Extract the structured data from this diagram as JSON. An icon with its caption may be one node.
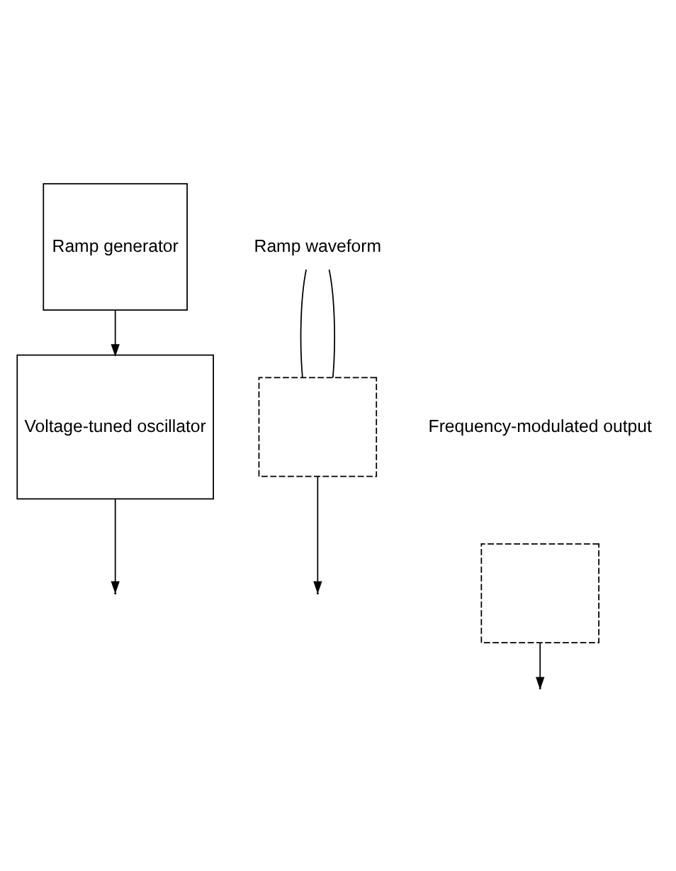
{
  "diagram": {
    "nodes": [
      {
        "text": [
          "Ramp generator"
        ]
      },
      {
        "text": [
          "Voltage-tuned oscillator"
        ]
      },
      {
        "text": [],
        "shape": "box"
      },
      {
        "text": [
          "Ramp waveform"
        ]
      },
      {
        "text": [],
        "shape": "box"
      }
    ],
    "edges": [
      {
        "from": 0,
        "to": 1,
        "arrow": "to"
      },
      {
        "from": 1,
        "to": null,
        "arrow": "to"
      },
      {
        "from": 3,
        "to": 2,
        "arrow": "none"
      },
      {
        "from": 3,
        "to": 2,
        "arrow": "none"
      },
      {
        "from": 2,
        "to": null,
        "arrow": "to"
      },
      {
        "from": 4,
        "to": null,
        "arrow": "to"
      }
    ],
    "labels": [
      "Frequency-modulated output"
    ]
  }
}
